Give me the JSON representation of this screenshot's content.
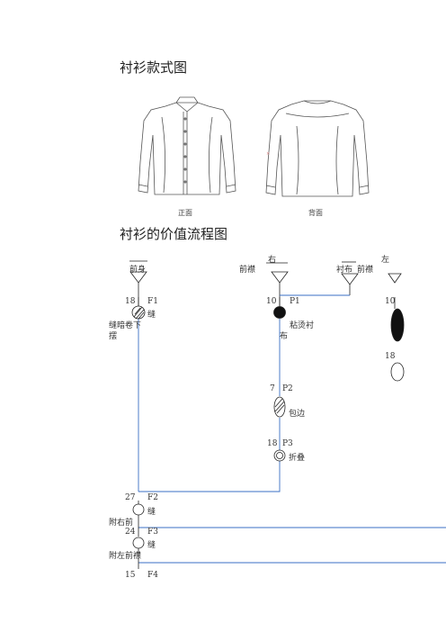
{
  "heading1": "衬衫款式图",
  "front_caption": "正面",
  "back_caption": "背面",
  "heading2": "衬衫的价值流程图",
  "top_labels": {
    "right": "右",
    "left": "左",
    "front_placket_left": "前襟",
    "lining": "衬布",
    "front_placket_right": "前襟",
    "front_body": "前身"
  },
  "ops": {
    "f1": {
      "num": "18",
      "code": "F1",
      "t1": "缝",
      "t2": "缝暗卷下",
      "t3": "摆"
    },
    "p1": {
      "num": "10",
      "code": "P1",
      "t1": "粘烫衬",
      "t2": "布"
    },
    "r1": {
      "num": "10"
    },
    "r2": {
      "num": "18"
    },
    "p2": {
      "num": "7",
      "code": "P2",
      "t1": "包边"
    },
    "p3": {
      "num": "18",
      "code": "P3",
      "t1": "折叠"
    },
    "f2": {
      "num": "27",
      "code": "F2",
      "t1": "缝",
      "t2": "附右前"
    },
    "f3": {
      "num": "24",
      "code": "F3",
      "t1": "缝",
      "t2": "附左前襟"
    },
    "f4": {
      "num": "15",
      "code": "F4"
    }
  }
}
